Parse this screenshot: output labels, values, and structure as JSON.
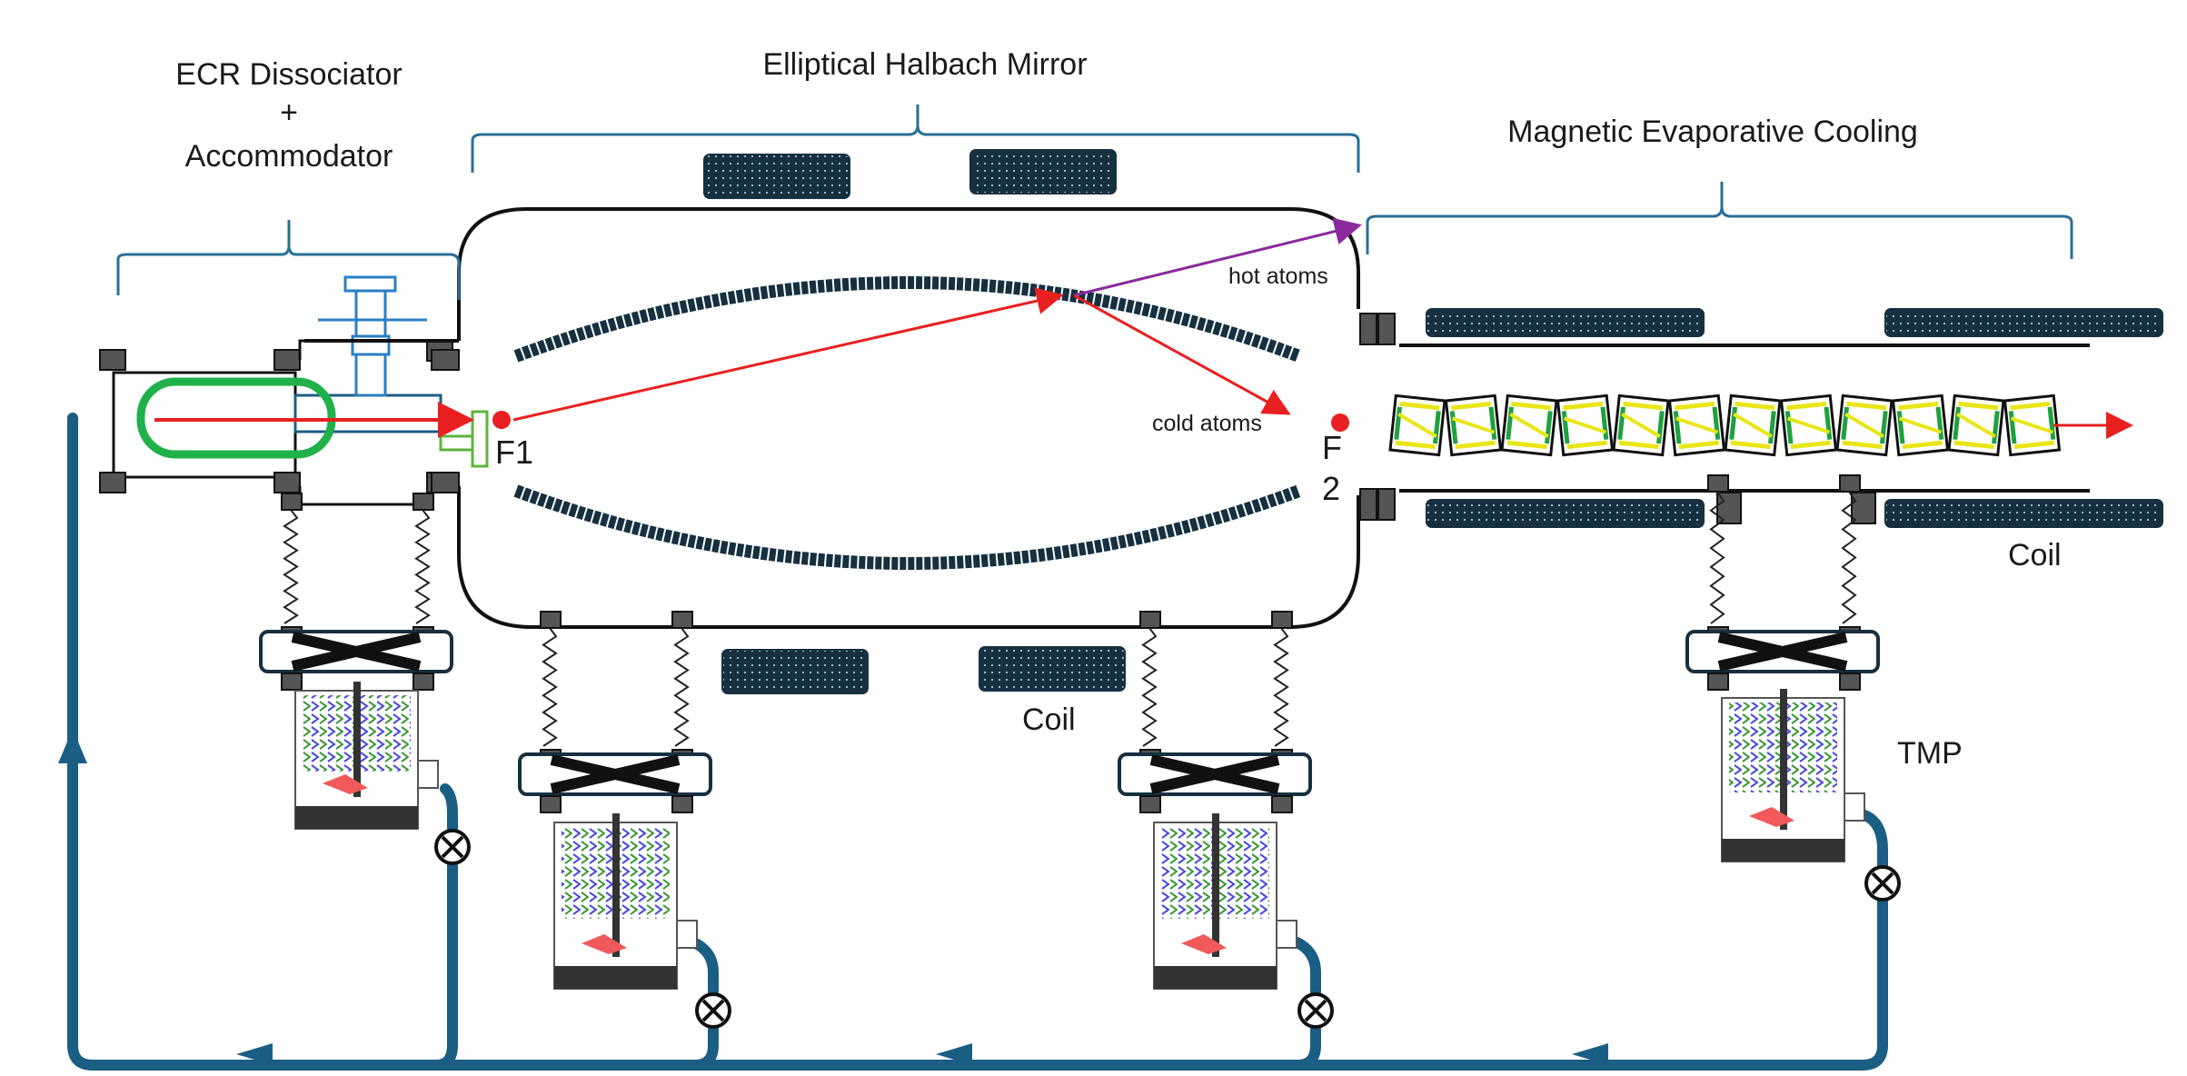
{
  "labels": {
    "ecr_line1": "ECR Dissociator",
    "ecr_line2": "+",
    "ecr_line3": "Accommodator",
    "mirror": "Elliptical Halbach Mirror",
    "cooling": "Magnetic Evaporative Cooling",
    "hot_atoms": "hot atoms",
    "cold_atoms": "cold atoms",
    "focus1": "F1",
    "focus2_line1": "F",
    "focus2_line2": "2",
    "coil_right": "Coil",
    "coil_center": "Coil",
    "tmp": "TMP"
  },
  "colors": {
    "pipe": "#1b5e84",
    "coil": "#16303f",
    "beam": "#e82020",
    "hot_beam": "#8b2a9c",
    "plasma_ring": "#20b14a",
    "bracket": "#2a6f95",
    "spring": "#222222",
    "magnet_yellow": "#e8e619",
    "magnet_green": "#20a040",
    "blade_blue": "#4a4adf",
    "blade_green": "#3a9a3a",
    "rotor_red": "#f05a5a"
  },
  "icons": {
    "valve": "valve-icon",
    "pump": "turbo-molecular-pump-icon",
    "flow_arrow": "flow-arrow-icon"
  }
}
